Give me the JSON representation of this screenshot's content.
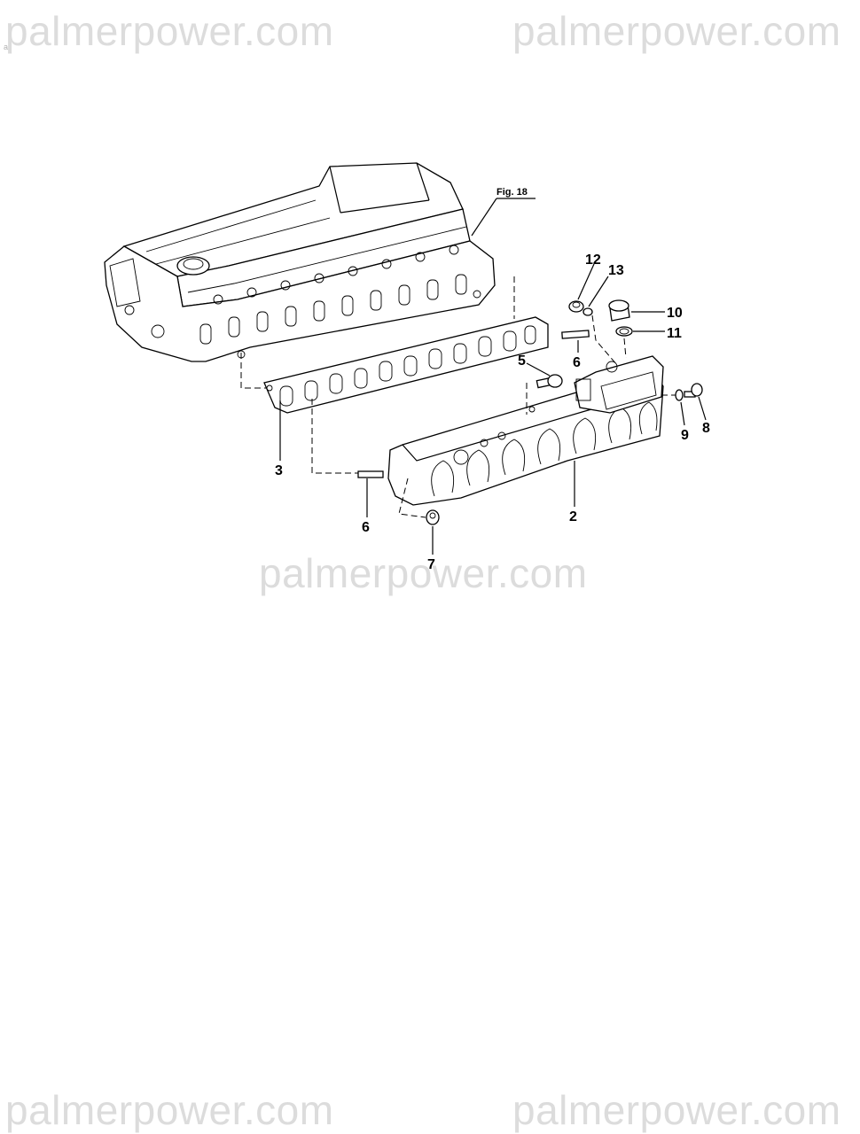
{
  "watermark": "palmerpower.com",
  "corner_mark": "a",
  "figure_reference": "Fig. 18",
  "callouts": [
    "12",
    "13",
    "10",
    "11",
    "5",
    "6",
    "9",
    "8",
    "3",
    "6",
    "2",
    "7"
  ]
}
